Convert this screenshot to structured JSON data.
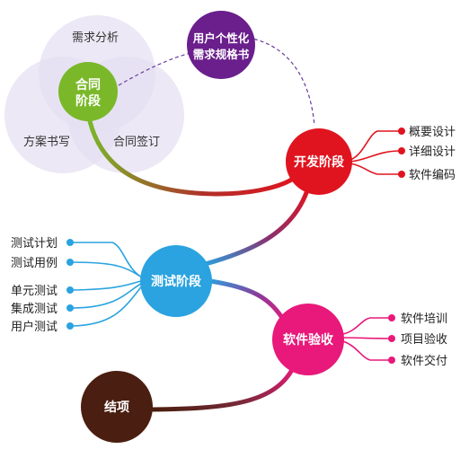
{
  "colors": {
    "contract": "#7ab82a",
    "requirements_doc": "#6a1f8c",
    "development": "#e0141f",
    "testing": "#2aa3e0",
    "acceptance": "#e8197a",
    "closure": "#4a1e10",
    "petal": "#e5e0f2",
    "dashed_link": "#6a3a9a"
  },
  "contract": {
    "label_line1": "合同",
    "label_line2": "阶段",
    "petals": [
      "需求分析",
      "方案书写",
      "合同签订"
    ]
  },
  "requirements_doc": {
    "label_line1": "用户个性化",
    "label_line2": "需求规格书"
  },
  "development": {
    "label": "开发阶段",
    "children": [
      "概要设计",
      "详细设计",
      "软件编码"
    ]
  },
  "testing": {
    "label": "测试阶段",
    "children": [
      "测试计划",
      "测试用例",
      "单元测试",
      "集成测试",
      "用户测试"
    ]
  },
  "acceptance": {
    "label": "软件验收",
    "children": [
      "软件培训",
      "项目验收",
      "软件交付"
    ]
  },
  "closure": {
    "label": "结项"
  }
}
